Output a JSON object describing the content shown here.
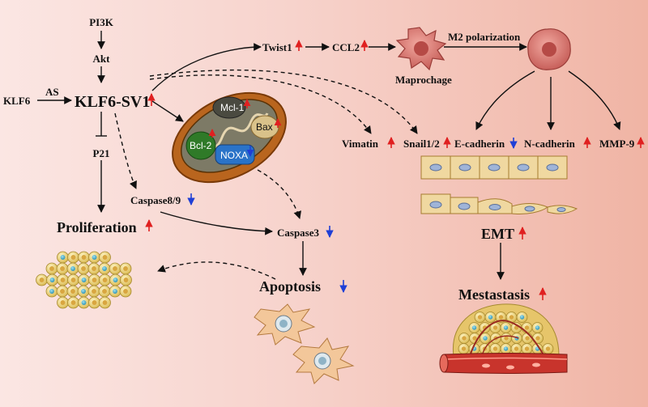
{
  "nodes": {
    "pi3k": "PI3K",
    "akt": "Akt",
    "klf6": "KLF6",
    "as": "AS",
    "klf6sv1": "KLF6-SV1",
    "p21": "P21",
    "proliferation": "Proliferation",
    "caspase89": "Caspase8/9",
    "caspase3": "Caspase3",
    "apoptosis": "Apoptosis",
    "twist1": "Twist1",
    "ccl2": "CCL2",
    "m2": "M2 polarization",
    "macrophage": "Maprochage",
    "vimatin": "Vimatin",
    "snail": "Snail1/2",
    "ecad": "E-cadherin",
    "ncad": "N-cadherin",
    "mmp9": "MMP-9",
    "emt": "EMT",
    "metastasis": "Mestastasis"
  },
  "mito": {
    "mcl1": "Mcl-1",
    "bcl2": "Bcl-2",
    "bax": "Bax",
    "noxa": "NOXA"
  },
  "colors": {
    "up": "#e02020",
    "down": "#1f3fd6",
    "arrow": "#111111"
  }
}
